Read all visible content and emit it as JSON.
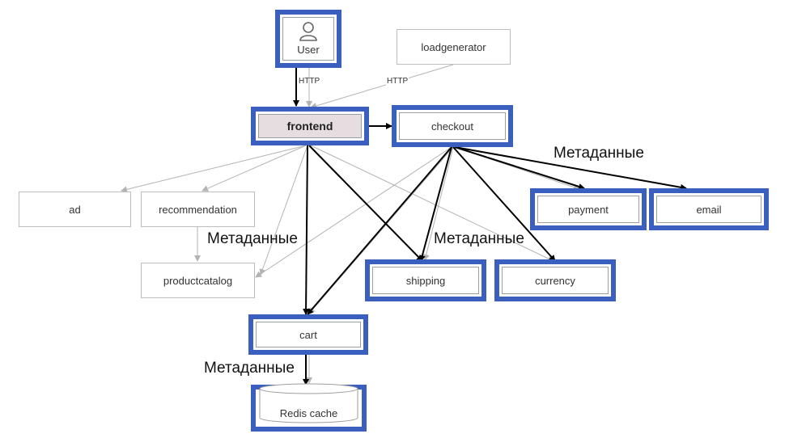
{
  "nodes": {
    "user": "User",
    "loadgenerator": "loadgenerator",
    "frontend": "frontend",
    "checkout": "checkout",
    "ad": "ad",
    "recommendation": "recommendation",
    "productcatalog": "productcatalog",
    "payment": "payment",
    "email": "email",
    "shipping": "shipping",
    "currency": "currency",
    "cart": "cart",
    "redis": "Redis cache"
  },
  "edge_labels": {
    "http_user": "HTTP",
    "http_loadgen": "HTTP",
    "metadata_checkout": "Метаданные",
    "metadata_frontend": "Метаданные",
    "metadata_shipping": "Метаданные",
    "metadata_cart": "Метаданные"
  },
  "colors": {
    "highlight_border": "#3a5fbf",
    "frontend_fill": "#e6dde0",
    "grey_edge": "#b3b3b3",
    "black_edge": "#000000"
  }
}
